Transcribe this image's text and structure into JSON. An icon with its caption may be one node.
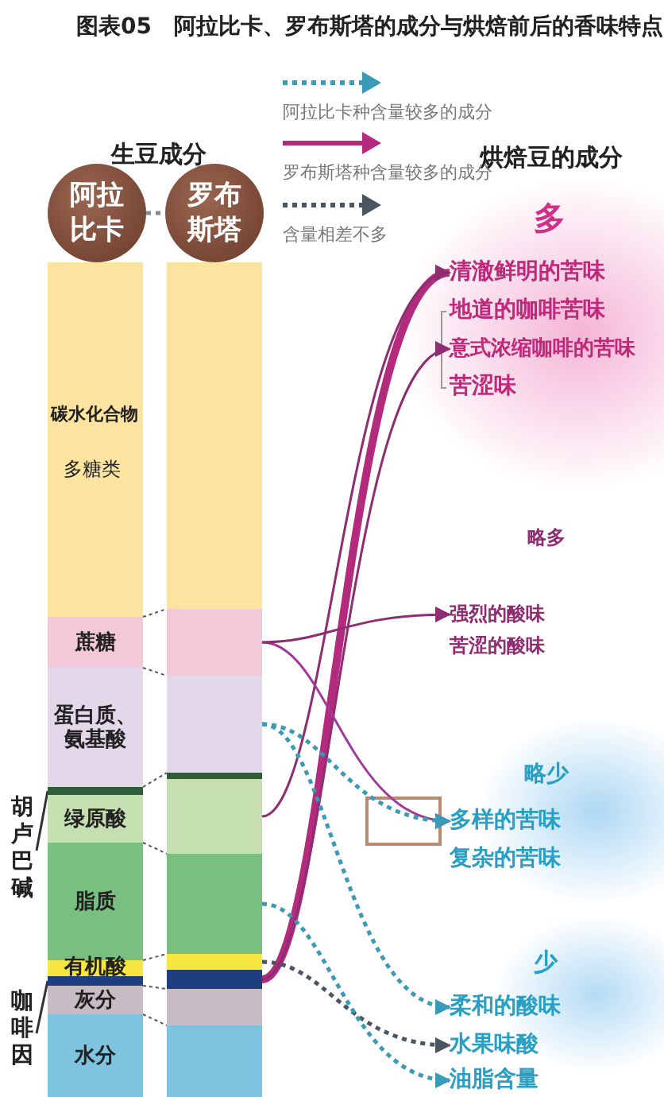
{
  "diagram": {
    "title": "图表05　阿拉比卡、罗布斯塔的成分与烘焙前后的香味特点",
    "nodes": [
      {
        "text": [
          "阿拉比卡"
        ]
      },
      {
        "text": [
          "罗布斯塔"
        ]
      },
      {
        "text": [
          "碳水化合物",
          "多糖类"
        ]
      },
      {
        "text": [
          "蔗糖"
        ]
      },
      {
        "text": [
          "蛋白质、氨基酸"
        ]
      },
      {
        "text": [],
        "shape": "bar"
      },
      {
        "text": [
          "绿原酸"
        ]
      },
      {
        "text": [
          "脂质"
        ]
      },
      {
        "text": [
          "有机酸"
        ]
      },
      {
        "text": [],
        "shape": "bar"
      },
      {
        "text": [
          "灰分"
        ]
      },
      {
        "text": [
          "水分"
        ]
      },
      {
        "text": [],
        "shape": "bar"
      },
      {
        "text": [],
        "shape": "bar"
      },
      {
        "text": [],
        "shape": "bar"
      },
      {
        "text": [],
        "shape": "bar"
      },
      {
        "text": [],
        "shape": "bar"
      },
      {
        "text": [],
        "shape": "bar"
      },
      {
        "text": [],
        "shape": "bar"
      },
      {
        "text": [],
        "shape": "bar"
      },
      {
        "text": [],
        "shape": "bar"
      },
      {
        "text": [],
        "shape": "bar"
      },
      {
        "text": [
          "胡卢巴碱"
        ]
      },
      {
        "text": [
          "咖啡因"
        ]
      },
      {
        "text": [
          "清澈鲜明的苦味"
        ]
      },
      {
        "text": [
          "地道的咖啡苦味"
        ]
      },
      {
        "text": [
          "意式浓缩咖啡的苦味"
        ]
      },
      {
        "text": [
          "苦涩味"
        ]
      },
      {
        "text": [
          "强烈的酸味"
        ]
      },
      {
        "text": [
          "苦涩的酸味"
        ]
      },
      {
        "text": [
          "多样的苦味"
        ]
      },
      {
        "text": [
          "复杂的苦味"
        ]
      },
      {
        "text": [
          "柔和的酸味"
        ]
      },
      {
        "text": [
          "水果味酸"
        ]
      },
      {
        "text": [
          "油脂含量"
        ]
      }
    ],
    "edges": [
      {
        "from": 0,
        "to": 1,
        "arrow": "none",
        "style": "dashed",
        "color": "#888888"
      },
      {
        "from": 22,
        "to": 5,
        "arrow": "none",
        "color": "#333333"
      },
      {
        "from": 23,
        "to": 9,
        "arrow": "none",
        "color": "#333333"
      },
      {
        "from": 19,
        "to": 24,
        "arrow": "to",
        "style": "thick",
        "color": "#b42a7c"
      },
      {
        "from": 16,
        "to": 24,
        "arrow": "to",
        "color": "#8e2d72"
      },
      {
        "from": 19,
        "to": 26,
        "arrow": "to",
        "color": "#8e2d72"
      },
      {
        "from": 13,
        "to": 30,
        "arrow": "to",
        "color": "#a23a9a"
      },
      {
        "from": 13,
        "to": 28,
        "arrow": "to",
        "color": "#8e2d72"
      },
      {
        "from": 14,
        "to": 32,
        "arrow": "to",
        "style": "dashed",
        "color": "#3a9ab8"
      },
      {
        "from": 14,
        "to": 30,
        "arrow": "to",
        "style": "dashed",
        "color": "#3a9ab8"
      },
      {
        "from": 18,
        "to": 33,
        "arrow": "to",
        "style": "dashed",
        "color": "#4a5560"
      },
      {
        "from": 17,
        "to": 34,
        "arrow": "to",
        "style": "dashed",
        "color": "#3a9ab8"
      }
    ],
    "labels": [
      "生豆成分",
      "烘焙豆的成分",
      "多",
      "略多",
      "略少",
      "少"
    ],
    "legend": [
      {
        "text": "阿拉比卡种含量较多的成分"
      },
      {
        "text": "罗布斯塔种含量较多的成分"
      },
      {
        "text": "含量相差不多"
      }
    ]
  }
}
